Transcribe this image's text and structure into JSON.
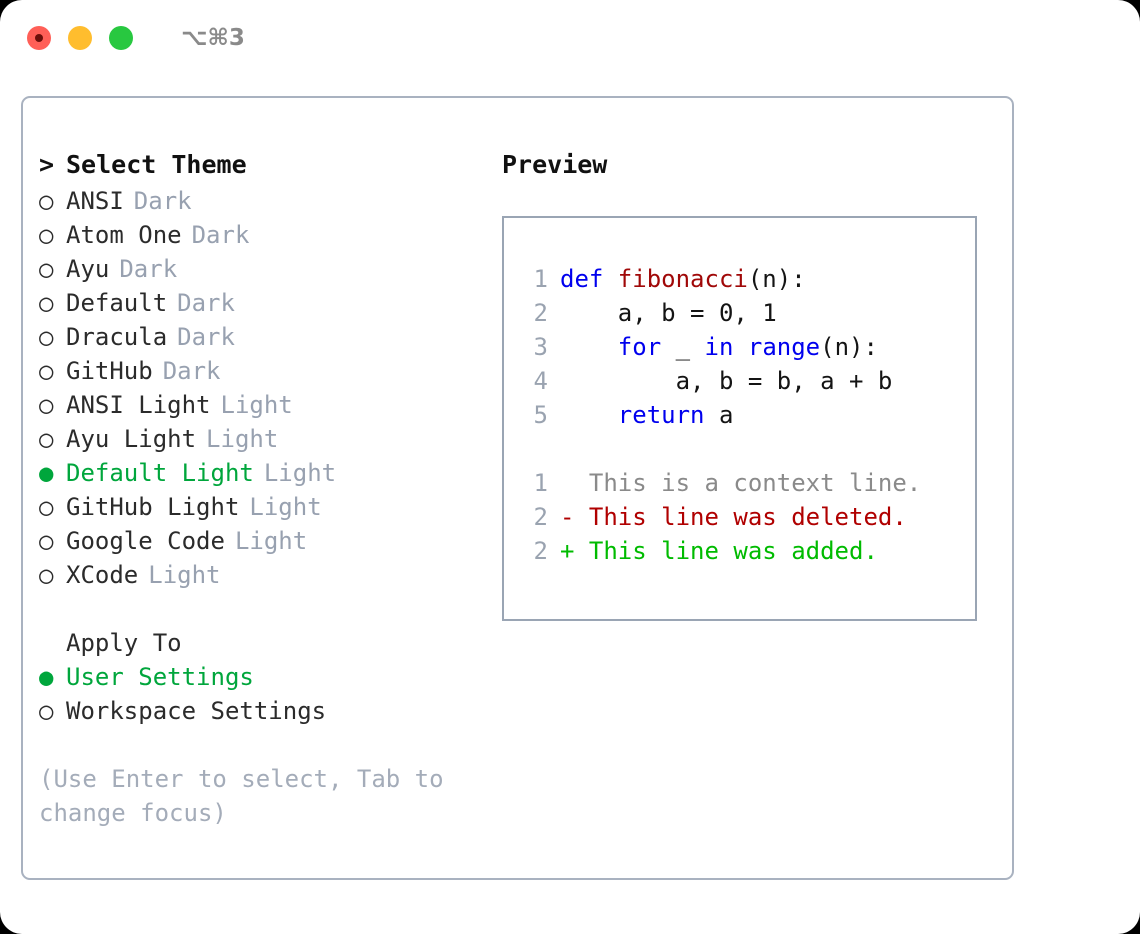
{
  "titlebar": {
    "shortcut": "⌥⌘3",
    "lights": [
      {
        "name": "close",
        "color": "#ff5f57"
      },
      {
        "name": "minimize",
        "color": "#ffbd2e"
      },
      {
        "name": "maximize",
        "color": "#28c840"
      }
    ]
  },
  "colors": {
    "accent_green": "#00a63c",
    "muted": "#98a1b0",
    "border": "#a9b2c0",
    "keyword": "#0000ee",
    "function": "#a00808",
    "diff_add": "#00bb00",
    "diff_del": "#b00000",
    "line_number": "#9aa3b0"
  },
  "theme_picker": {
    "header_marker": ">",
    "header": "Select Theme",
    "marker_selected": "●",
    "marker_unselected": "○",
    "items": [
      {
        "label": "ANSI",
        "tag": "Dark",
        "selected": false
      },
      {
        "label": "Atom One",
        "tag": "Dark",
        "selected": false
      },
      {
        "label": "Ayu",
        "tag": "Dark",
        "selected": false
      },
      {
        "label": "Default",
        "tag": "Dark",
        "selected": false
      },
      {
        "label": "Dracula",
        "tag": "Dark",
        "selected": false
      },
      {
        "label": "GitHub",
        "tag": "Dark",
        "selected": false
      },
      {
        "label": "ANSI Light",
        "tag": "Light",
        "selected": false
      },
      {
        "label": "Ayu Light",
        "tag": "Light",
        "selected": false
      },
      {
        "label": "Default Light",
        "tag": "Light",
        "selected": true
      },
      {
        "label": "GitHub Light",
        "tag": "Light",
        "selected": false
      },
      {
        "label": "Google Code",
        "tag": "Light",
        "selected": false
      },
      {
        "label": "XCode",
        "tag": "Light",
        "selected": false
      }
    ]
  },
  "apply_to": {
    "title": "Apply To",
    "marker_selected": "●",
    "marker_unselected": "○",
    "items": [
      {
        "label": "User Settings",
        "selected": true
      },
      {
        "label": "Workspace Settings",
        "selected": false
      }
    ]
  },
  "hint": "(Use Enter to select, Tab to change focus)",
  "preview": {
    "title": "Preview",
    "code_lines": [
      {
        "number": "1",
        "tokens": [
          {
            "text": "def ",
            "kind": "keyword"
          },
          {
            "text": "fibonacci",
            "kind": "function"
          },
          {
            "text": "(n):",
            "kind": "plain"
          }
        ]
      },
      {
        "number": "2",
        "tokens": [
          {
            "text": "    a, b = 0, 1",
            "kind": "plain"
          }
        ]
      },
      {
        "number": "3",
        "tokens": [
          {
            "text": "    ",
            "kind": "plain"
          },
          {
            "text": "for",
            "kind": "keyword"
          },
          {
            "text": " _ ",
            "kind": "plain"
          },
          {
            "text": "in",
            "kind": "keyword"
          },
          {
            "text": " ",
            "kind": "plain"
          },
          {
            "text": "range",
            "kind": "keyword"
          },
          {
            "text": "(n):",
            "kind": "plain"
          }
        ]
      },
      {
        "number": "4",
        "tokens": [
          {
            "text": "        a, b = b, a + b",
            "kind": "plain"
          }
        ]
      },
      {
        "number": "5",
        "tokens": [
          {
            "text": "    ",
            "kind": "plain"
          },
          {
            "text": "return",
            "kind": "keyword"
          },
          {
            "text": " a",
            "kind": "plain"
          }
        ]
      }
    ],
    "diff_lines": [
      {
        "number": "1",
        "sign": " ",
        "text": " This is a context line.",
        "kind": "context"
      },
      {
        "number": "2",
        "sign": "-",
        "text": " This line was deleted.",
        "kind": "deleted"
      },
      {
        "number": "2",
        "sign": "+",
        "text": " This line was added.",
        "kind": "added"
      }
    ]
  }
}
